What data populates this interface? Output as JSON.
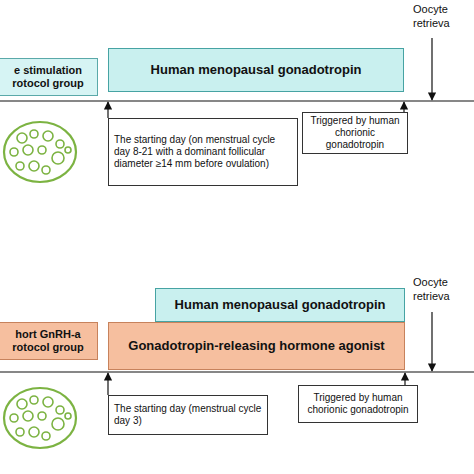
{
  "diagram": {
    "nodes": [
      {
        "text": [
          "e stimulation rotocol group"
        ]
      },
      {
        "text": [
          "Human menopausal gonadotropin"
        ]
      },
      {
        "text": [
          "The starting day (on menstrual cycle day 8-21 with a dominant follicular diameter ≥14 mm before ovulation)"
        ]
      },
      {
        "text": [
          "Triggered by human chorionic gonadotropin"
        ]
      },
      {
        "text": [
          "hort GnRH-a rotocol group"
        ]
      },
      {
        "text": [
          "Human menopausal gonadotropin"
        ]
      },
      {
        "text": [
          "Gonadotropin-releasing hormone agonist"
        ]
      },
      {
        "text": [
          "The starting day (menstrual cycle day 3)"
        ]
      },
      {
        "text": [
          "Triggered by human chorionic gonadotropin"
        ]
      }
    ],
    "labels": [
      "Oocyte retrieva",
      "Oocyte retrieva"
    ]
  }
}
